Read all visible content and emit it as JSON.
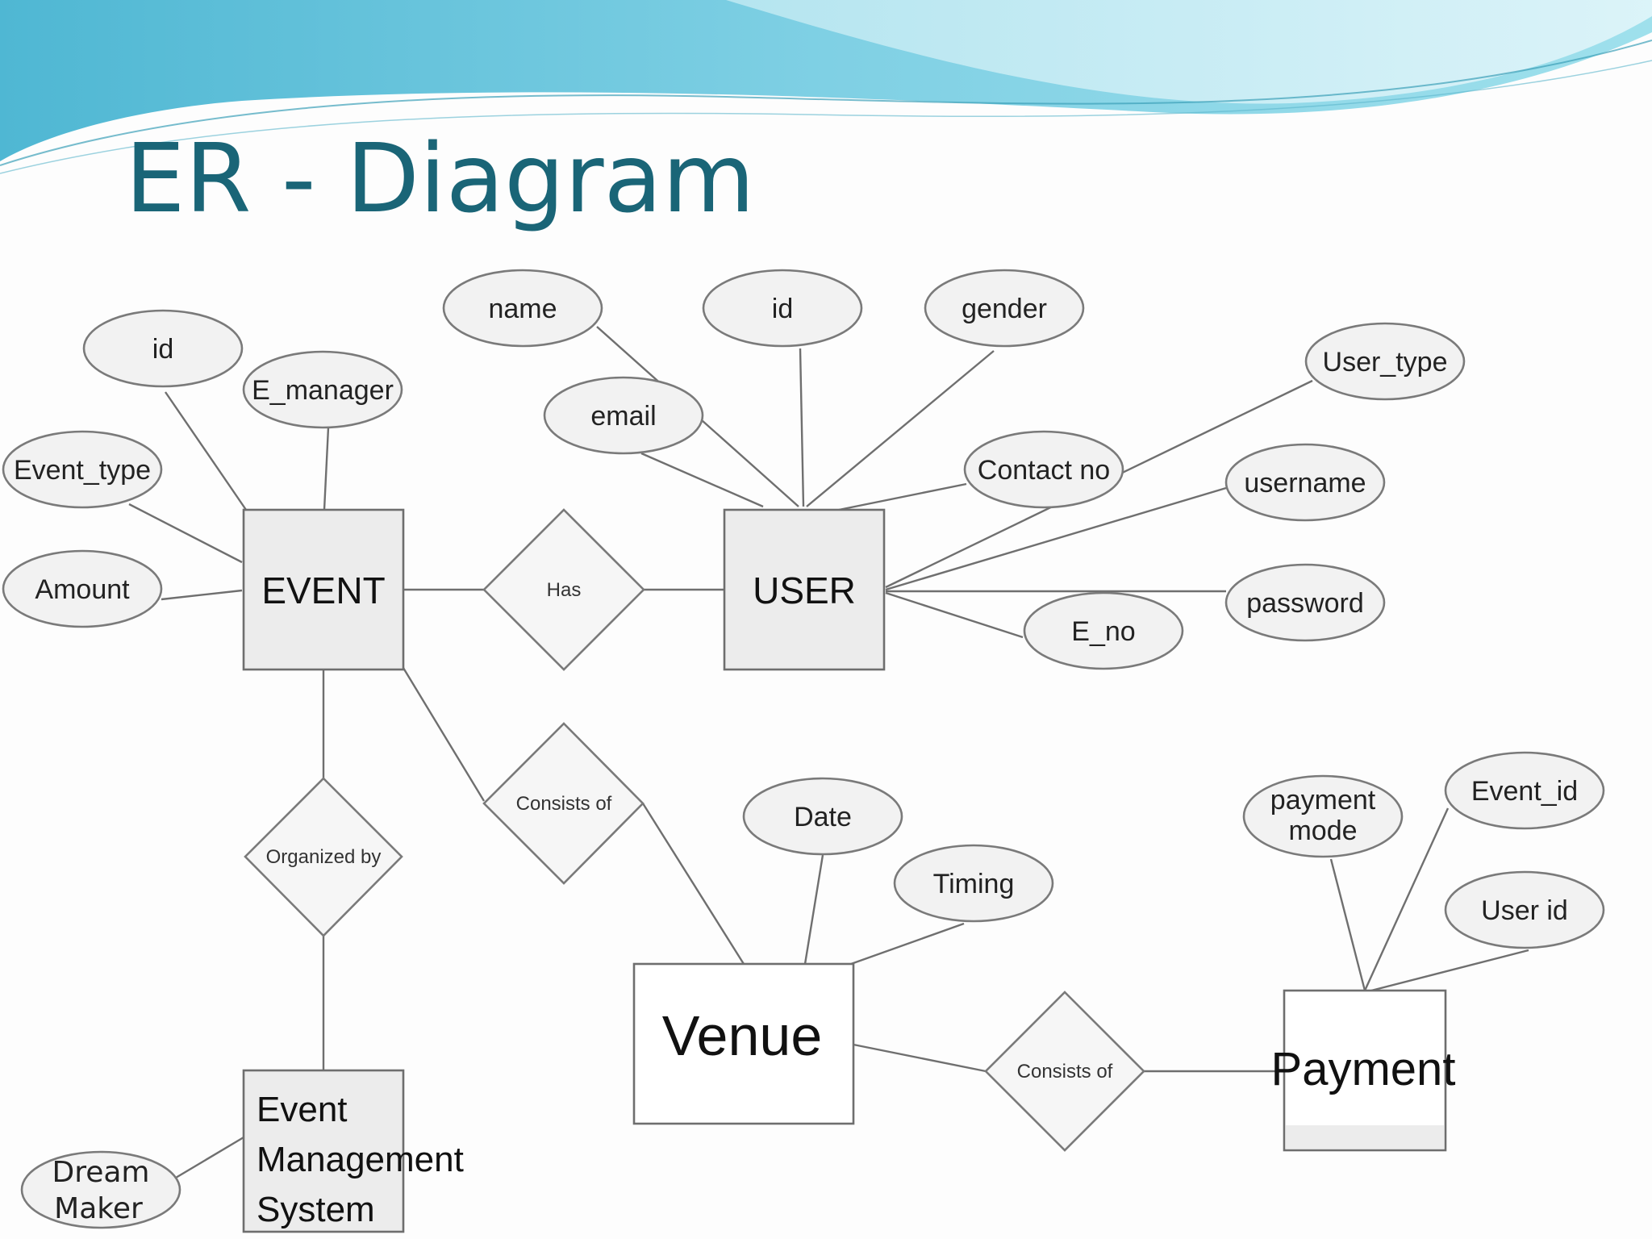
{
  "title": "ER - Diagram",
  "entities": [
    {
      "id": "event",
      "label": "EVENT"
    },
    {
      "id": "user",
      "label": "USER"
    },
    {
      "id": "venue",
      "label": "Venue"
    },
    {
      "id": "payment",
      "label": "Payment"
    },
    {
      "id": "ems",
      "lines": [
        "Event",
        "Management",
        "System"
      ]
    }
  ],
  "relationships": [
    {
      "id": "has",
      "label": "Has"
    },
    {
      "id": "consists1",
      "label": "Consists of"
    },
    {
      "id": "organized",
      "label": "Organized by"
    },
    {
      "id": "consists2",
      "label": "Consists of"
    }
  ],
  "attributes": [
    {
      "id": "ev-id",
      "label": "id"
    },
    {
      "id": "ev-manager",
      "label": "E_manager"
    },
    {
      "id": "ev-type",
      "label": "Event_type"
    },
    {
      "id": "ev-amount",
      "label": "Amount"
    },
    {
      "id": "us-name",
      "label": "name"
    },
    {
      "id": "us-id",
      "label": "id"
    },
    {
      "id": "us-gender",
      "label": "gender"
    },
    {
      "id": "us-email",
      "label": "email"
    },
    {
      "id": "us-usertype",
      "label": "User_type"
    },
    {
      "id": "us-contact",
      "label": "Contact no"
    },
    {
      "id": "us-username",
      "label": "username"
    },
    {
      "id": "us-password",
      "label": "password"
    },
    {
      "id": "us-eno",
      "label": "E_no"
    },
    {
      "id": "ve-date",
      "label": "Date"
    },
    {
      "id": "ve-timing",
      "label": "Timing"
    },
    {
      "id": "pa-mode",
      "lines": [
        "payment",
        "mode"
      ]
    },
    {
      "id": "pa-eventid",
      "label": "Event_id"
    },
    {
      "id": "pa-userid",
      "label": "User id"
    },
    {
      "id": "ems-dream",
      "lines": [
        "Dream",
        "Maker"
      ]
    }
  ]
}
